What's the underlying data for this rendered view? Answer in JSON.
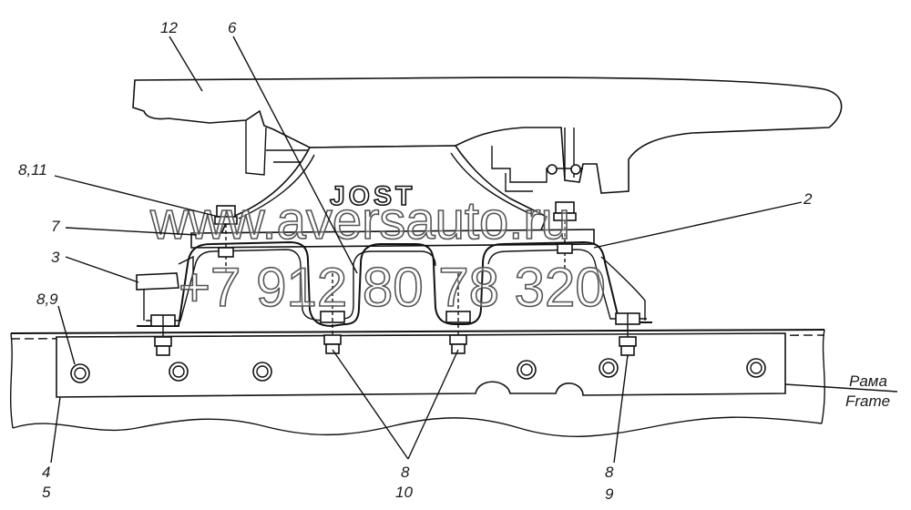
{
  "callouts": {
    "c12": "12",
    "c6": "6",
    "c8_11": "8,11",
    "c7": "7",
    "c3": "3",
    "c8_9_left": "8,9",
    "c2": "2",
    "c4": "4",
    "c5": "5",
    "c8_bottom": "8",
    "c10": "10",
    "c8_right": "8",
    "c9_right": "9"
  },
  "frame_label": {
    "ru": "Рама",
    "en": "Frame"
  },
  "brand_mark": "JOST",
  "watermark": {
    "site": "www.aversauto.ru",
    "phone": "+7 912 80 78 320"
  }
}
